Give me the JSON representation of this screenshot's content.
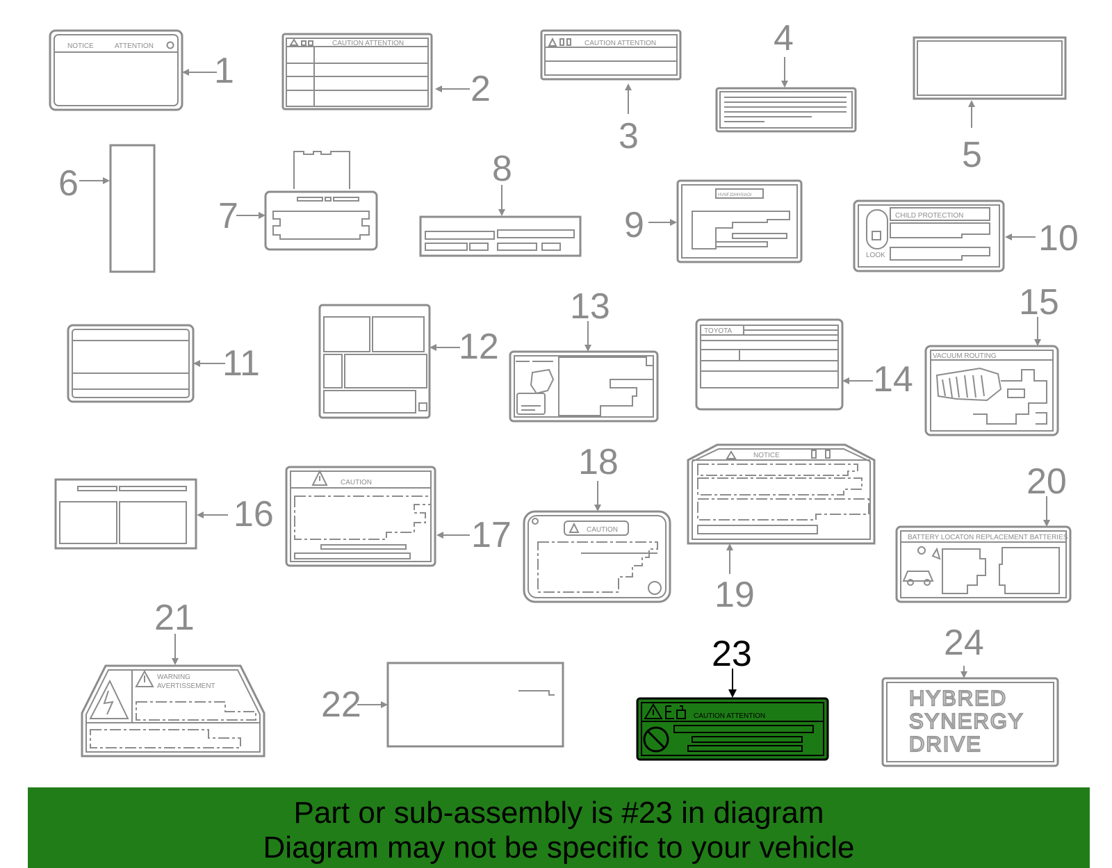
{
  "diagram": {
    "highlight_color": "#1c7a14",
    "line_color": "#8c8c8c",
    "callouts": [
      {
        "id": "1",
        "label": "1"
      },
      {
        "id": "2",
        "label": "2"
      },
      {
        "id": "3",
        "label": "3"
      },
      {
        "id": "4",
        "label": "4"
      },
      {
        "id": "5",
        "label": "5"
      },
      {
        "id": "6",
        "label": "6"
      },
      {
        "id": "7",
        "label": "7"
      },
      {
        "id": "8",
        "label": "8"
      },
      {
        "id": "9",
        "label": "9"
      },
      {
        "id": "10",
        "label": "10"
      },
      {
        "id": "11",
        "label": "11"
      },
      {
        "id": "12",
        "label": "12"
      },
      {
        "id": "13",
        "label": "13"
      },
      {
        "id": "14",
        "label": "14"
      },
      {
        "id": "15",
        "label": "15"
      },
      {
        "id": "16",
        "label": "16"
      },
      {
        "id": "17",
        "label": "17"
      },
      {
        "id": "18",
        "label": "18"
      },
      {
        "id": "19",
        "label": "19"
      },
      {
        "id": "20",
        "label": "20"
      },
      {
        "id": "21",
        "label": "21"
      },
      {
        "id": "22",
        "label": "22"
      },
      {
        "id": "23",
        "label": "23",
        "highlighted": true
      },
      {
        "id": "24",
        "label": "24"
      }
    ],
    "label_texts": {
      "l1_notice": "NOTICE",
      "l1_attention": "ATTENTION",
      "l2_header": "CAUTION   ATTENTION",
      "l3_header": "CAUTION ATTENTION",
      "l9_code": "HVNFJDHHSIAOI",
      "l10_child": "CHILD PROTECTION",
      "l10_look": "LOOK",
      "l14_toyota": "TOYOTA",
      "l15_vacuum": "VACUUM ROUTING",
      "l17_caution": "CAUTION",
      "l18_caution": "CAUTION",
      "l19_notice": "NOTICE",
      "l20_header": "BATTERY LOCATON  REPLACEMENT  BATTERIES",
      "l21_warning": "WARNING",
      "l21_avert": "AVERTISSEMENT",
      "l23_header": "CAUTION ATTENTION",
      "l24_line1": "HYBRED",
      "l24_line2": "SYNERGY",
      "l24_line3": "DRIVE"
    }
  },
  "banner": {
    "line1": "Part or sub-assembly is #23 in diagram",
    "line2": "Diagram may not be specific to your vehicle",
    "background": "#217d18"
  }
}
